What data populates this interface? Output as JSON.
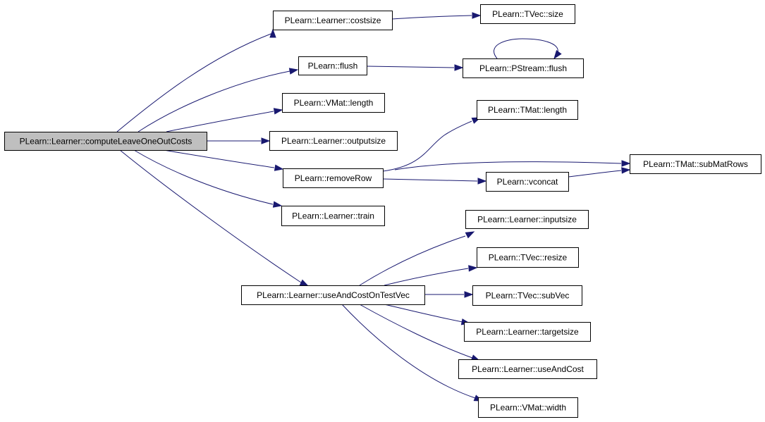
{
  "diagram": {
    "type": "call-graph",
    "edge_color": "#191970",
    "root_fill": "#bfbfbf",
    "nodes": [
      {
        "id": "root",
        "label": "PLearn::Learner::computeLeaveOneOutCosts"
      },
      {
        "id": "costsize",
        "label": "PLearn::Learner::costsize"
      },
      {
        "id": "tvec_size",
        "label": "PLearn::TVec::size"
      },
      {
        "id": "flush",
        "label": "PLearn::flush"
      },
      {
        "id": "pstream_flush",
        "label": "PLearn::PStream::flush"
      },
      {
        "id": "vmat_length",
        "label": "PLearn::VMat::length"
      },
      {
        "id": "tmat_length",
        "label": "PLearn::TMat::length"
      },
      {
        "id": "outputsize",
        "label": "PLearn::Learner::outputsize"
      },
      {
        "id": "removeRow",
        "label": "PLearn::removeRow"
      },
      {
        "id": "subMatRows",
        "label": "PLearn::TMat::subMatRows"
      },
      {
        "id": "vconcat",
        "label": "PLearn::vconcat"
      },
      {
        "id": "train",
        "label": "PLearn::Learner::train"
      },
      {
        "id": "inputsize",
        "label": "PLearn::Learner::inputsize"
      },
      {
        "id": "resize",
        "label": "PLearn::TVec::resize"
      },
      {
        "id": "useAndCostOnTestVec",
        "label": "PLearn::Learner::useAndCostOnTestVec"
      },
      {
        "id": "subVec",
        "label": "PLearn::TVec::subVec"
      },
      {
        "id": "targetsize",
        "label": "PLearn::Learner::targetsize"
      },
      {
        "id": "useAndCost",
        "label": "PLearn::Learner::useAndCost"
      },
      {
        "id": "vmat_width",
        "label": "PLearn::VMat::width"
      }
    ],
    "edges": [
      {
        "from": "root",
        "to": "costsize"
      },
      {
        "from": "root",
        "to": "flush"
      },
      {
        "from": "root",
        "to": "vmat_length"
      },
      {
        "from": "root",
        "to": "outputsize"
      },
      {
        "from": "root",
        "to": "removeRow"
      },
      {
        "from": "root",
        "to": "train"
      },
      {
        "from": "root",
        "to": "useAndCostOnTestVec"
      },
      {
        "from": "costsize",
        "to": "tvec_size"
      },
      {
        "from": "flush",
        "to": "pstream_flush"
      },
      {
        "from": "pstream_flush",
        "to": "pstream_flush"
      },
      {
        "from": "removeRow",
        "to": "tmat_length"
      },
      {
        "from": "removeRow",
        "to": "subMatRows"
      },
      {
        "from": "removeRow",
        "to": "vconcat"
      },
      {
        "from": "vconcat",
        "to": "subMatRows"
      },
      {
        "from": "useAndCostOnTestVec",
        "to": "inputsize"
      },
      {
        "from": "useAndCostOnTestVec",
        "to": "resize"
      },
      {
        "from": "useAndCostOnTestVec",
        "to": "subVec"
      },
      {
        "from": "useAndCostOnTestVec",
        "to": "targetsize"
      },
      {
        "from": "useAndCostOnTestVec",
        "to": "useAndCost"
      },
      {
        "from": "useAndCostOnTestVec",
        "to": "vmat_width"
      }
    ]
  }
}
